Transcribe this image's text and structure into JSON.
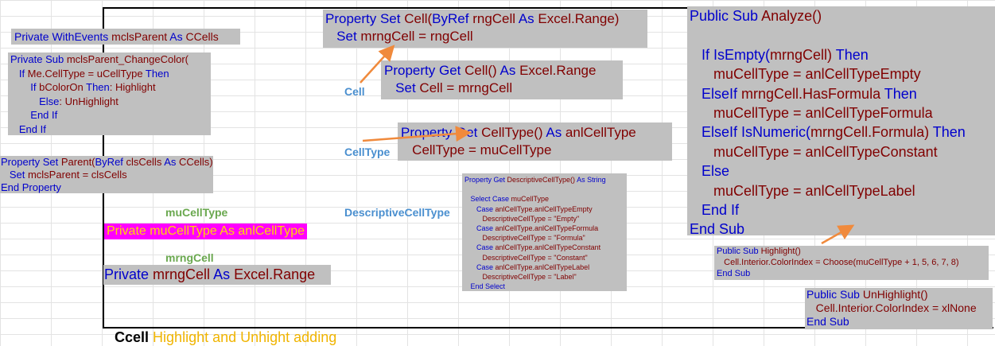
{
  "withevents_line": [
    {
      "t": "Private WithEvents ",
      "c": "kw"
    },
    {
      "t": "mclsParent ",
      "c": "tx"
    },
    {
      "t": "As ",
      "c": "kw"
    },
    {
      "t": "CCells",
      "c": "tx"
    }
  ],
  "changecolor_lines": [
    [
      {
        "t": "Private Sub ",
        "c": "kw"
      },
      {
        "t": "mclsParent_ChangeColor(",
        "c": "tx"
      }
    ],
    [
      {
        "t": "   If ",
        "c": "kw"
      },
      {
        "t": "Me.CellType = uCellType ",
        "c": "tx"
      },
      {
        "t": "Then",
        "c": "kw"
      }
    ],
    [
      {
        "t": "       If ",
        "c": "kw"
      },
      {
        "t": "bColorOn ",
        "c": "tx"
      },
      {
        "t": "Then",
        "c": "kw"
      },
      {
        "t": ": Highlight",
        "c": "tx"
      }
    ],
    [
      {
        "t": "          Else",
        "c": "kw"
      },
      {
        "t": ": UnHighlight",
        "c": "tx"
      }
    ],
    [
      {
        "t": "       End If",
        "c": "kw"
      }
    ],
    [
      {
        "t": "   End If",
        "c": "kw"
      }
    ]
  ],
  "setparent_lines": [
    [
      {
        "t": "Property Set ",
        "c": "kw"
      },
      {
        "t": "Parent(",
        "c": "tx"
      },
      {
        "t": "ByRef ",
        "c": "kw"
      },
      {
        "t": "clsCells ",
        "c": "tx"
      },
      {
        "t": "As ",
        "c": "kw"
      },
      {
        "t": "CCells)",
        "c": "tx"
      }
    ],
    [
      {
        "t": "   Set ",
        "c": "kw"
      },
      {
        "t": "mclsParent = clsCells",
        "c": "tx"
      }
    ],
    [
      {
        "t": "End Property",
        "c": "kw"
      }
    ]
  ],
  "setcell_lines": [
    [
      {
        "t": "Property Set ",
        "c": "kw"
      },
      {
        "t": "Cell(",
        "c": "tx"
      },
      {
        "t": "ByRef ",
        "c": "kw"
      },
      {
        "t": "rngCell ",
        "c": "tx"
      },
      {
        "t": "As ",
        "c": "kw"
      },
      {
        "t": "Excel.Range)",
        "c": "tx"
      }
    ],
    [
      {
        "t": "   Set ",
        "c": "kw"
      },
      {
        "t": "mrngCell = rngCell",
        "c": "tx"
      }
    ]
  ],
  "getcell_lines": [
    [
      {
        "t": "Property Get ",
        "c": "kw"
      },
      {
        "t": "Cell() ",
        "c": "tx"
      },
      {
        "t": "As ",
        "c": "kw"
      },
      {
        "t": "Excel.Range",
        "c": "tx"
      }
    ],
    [
      {
        "t": "   Set ",
        "c": "kw"
      },
      {
        "t": "Cell = mrngCell",
        "c": "tx"
      }
    ]
  ],
  "getcelltype_lines": [
    [
      {
        "t": "Property Get ",
        "c": "kw"
      },
      {
        "t": "CellType() ",
        "c": "tx"
      },
      {
        "t": "As ",
        "c": "kw"
      },
      {
        "t": "anlCellType",
        "c": "tx"
      }
    ],
    [
      {
        "t": "   CellType = muCellType",
        "c": "tx"
      }
    ]
  ],
  "descriptive_lines": [
    [
      {
        "t": "Property Get ",
        "c": "kw"
      },
      {
        "t": "DescriptiveCellType() ",
        "c": "tx"
      },
      {
        "t": "As String",
        "c": "kw"
      }
    ],
    [
      {
        "t": " ",
        "c": "tx"
      }
    ],
    [
      {
        "t": "   Select Case ",
        "c": "kw"
      },
      {
        "t": "muCellType",
        "c": "tx"
      }
    ],
    [
      {
        "t": "      Case ",
        "c": "kw"
      },
      {
        "t": "anlCellType.anlCellTypeEmpty",
        "c": "tx"
      }
    ],
    [
      {
        "t": "         DescriptiveCellType = \"Empty\"",
        "c": "tx"
      }
    ],
    [
      {
        "t": "      Case ",
        "c": "kw"
      },
      {
        "t": "anlCellType.anlCellTypeFormula",
        "c": "tx"
      }
    ],
    [
      {
        "t": "         DescriptiveCellType = \"Formula\"",
        "c": "tx"
      }
    ],
    [
      {
        "t": "      Case ",
        "c": "kw"
      },
      {
        "t": "anlCellType.anlCellTypeConstant",
        "c": "tx"
      }
    ],
    [
      {
        "t": "         DescriptiveCellType = \"Constant\"",
        "c": "tx"
      }
    ],
    [
      {
        "t": "      Case ",
        "c": "kw"
      },
      {
        "t": "anlCellType.anlCellTypeLabel",
        "c": "tx"
      }
    ],
    [
      {
        "t": "         DescriptiveCellType = \"Label\"",
        "c": "tx"
      }
    ],
    [
      {
        "t": "   End Select",
        "c": "kw"
      }
    ]
  ],
  "analyze_lines": [
    [
      {
        "t": "Public Sub ",
        "c": "kw"
      },
      {
        "t": "Analyze()",
        "c": "tx"
      }
    ],
    [
      {
        "t": " ",
        "c": "tx"
      }
    ],
    [
      {
        "t": "   If ",
        "c": "kw"
      },
      {
        "t": "IsEmpty(",
        "c": "kw"
      },
      {
        "t": "mrngCell) ",
        "c": "tx"
      },
      {
        "t": "Then",
        "c": "kw"
      }
    ],
    [
      {
        "t": "      muCellType = anlCellTypeEmpty",
        "c": "tx"
      }
    ],
    [
      {
        "t": "   ElseIf ",
        "c": "kw"
      },
      {
        "t": "mrngCell.HasFormula ",
        "c": "tx"
      },
      {
        "t": "Then",
        "c": "kw"
      }
    ],
    [
      {
        "t": "      muCellType = anlCellTypeFormula",
        "c": "tx"
      }
    ],
    [
      {
        "t": "   ElseIf ",
        "c": "kw"
      },
      {
        "t": "IsNumeric(",
        "c": "kw"
      },
      {
        "t": "mrngCell.Formula) ",
        "c": "tx"
      },
      {
        "t": "Then",
        "c": "kw"
      }
    ],
    [
      {
        "t": "      muCellType = anlCellTypeConstant",
        "c": "tx"
      }
    ],
    [
      {
        "t": "   Else",
        "c": "kw"
      }
    ],
    [
      {
        "t": "      muCellType = anlCellTypeLabel",
        "c": "tx"
      }
    ],
    [
      {
        "t": "   End If",
        "c": "kw"
      }
    ],
    [
      {
        "t": "End Sub",
        "c": "kw"
      }
    ]
  ],
  "highlight_lines": [
    [
      {
        "t": "Public Sub ",
        "c": "kw"
      },
      {
        "t": "Highlight()",
        "c": "tx"
      }
    ],
    [
      {
        "t": "   Cell.Interior.ColorIndex = Choose(muCellType + 1, 5, 6, 7, 8)",
        "c": "tx"
      }
    ],
    [
      {
        "t": "End Sub",
        "c": "kw"
      }
    ]
  ],
  "unhighlight_lines": [
    [
      {
        "t": "Public Sub ",
        "c": "kw"
      },
      {
        "t": "UnHighlight()",
        "c": "tx"
      }
    ],
    [
      {
        "t": "   Cell.Interior.ColorIndex = xlNone",
        "c": "tx"
      }
    ],
    [
      {
        "t": "End Sub",
        "c": "kw"
      }
    ]
  ],
  "mrngcell_decl": [
    {
      "t": "Private ",
      "c": "kw"
    },
    {
      "t": "mrngCell ",
      "c": "tx"
    },
    {
      "t": "As ",
      "c": "kw"
    },
    {
      "t": "Excel.Range",
      "c": "tx"
    }
  ],
  "labels": {
    "cell": "Cell",
    "celltype": "CellType",
    "descriptive": "DescriptiveCellType",
    "mucelltype": "muCellType",
    "mrngcell": "mrngCell"
  },
  "mucelltype_decl": "Private muCellType As anlCellType",
  "caption": {
    "bold": "Ccell ",
    "rest": "Highlight and Unhight adding"
  },
  "colors": {
    "keyword": "#0000cc",
    "identifier": "#800000",
    "arrow": "#f08a3c",
    "highlight_bg": "#ff00ff",
    "highlight_text": "#ffd700",
    "caption_text": "#f0b400"
  }
}
